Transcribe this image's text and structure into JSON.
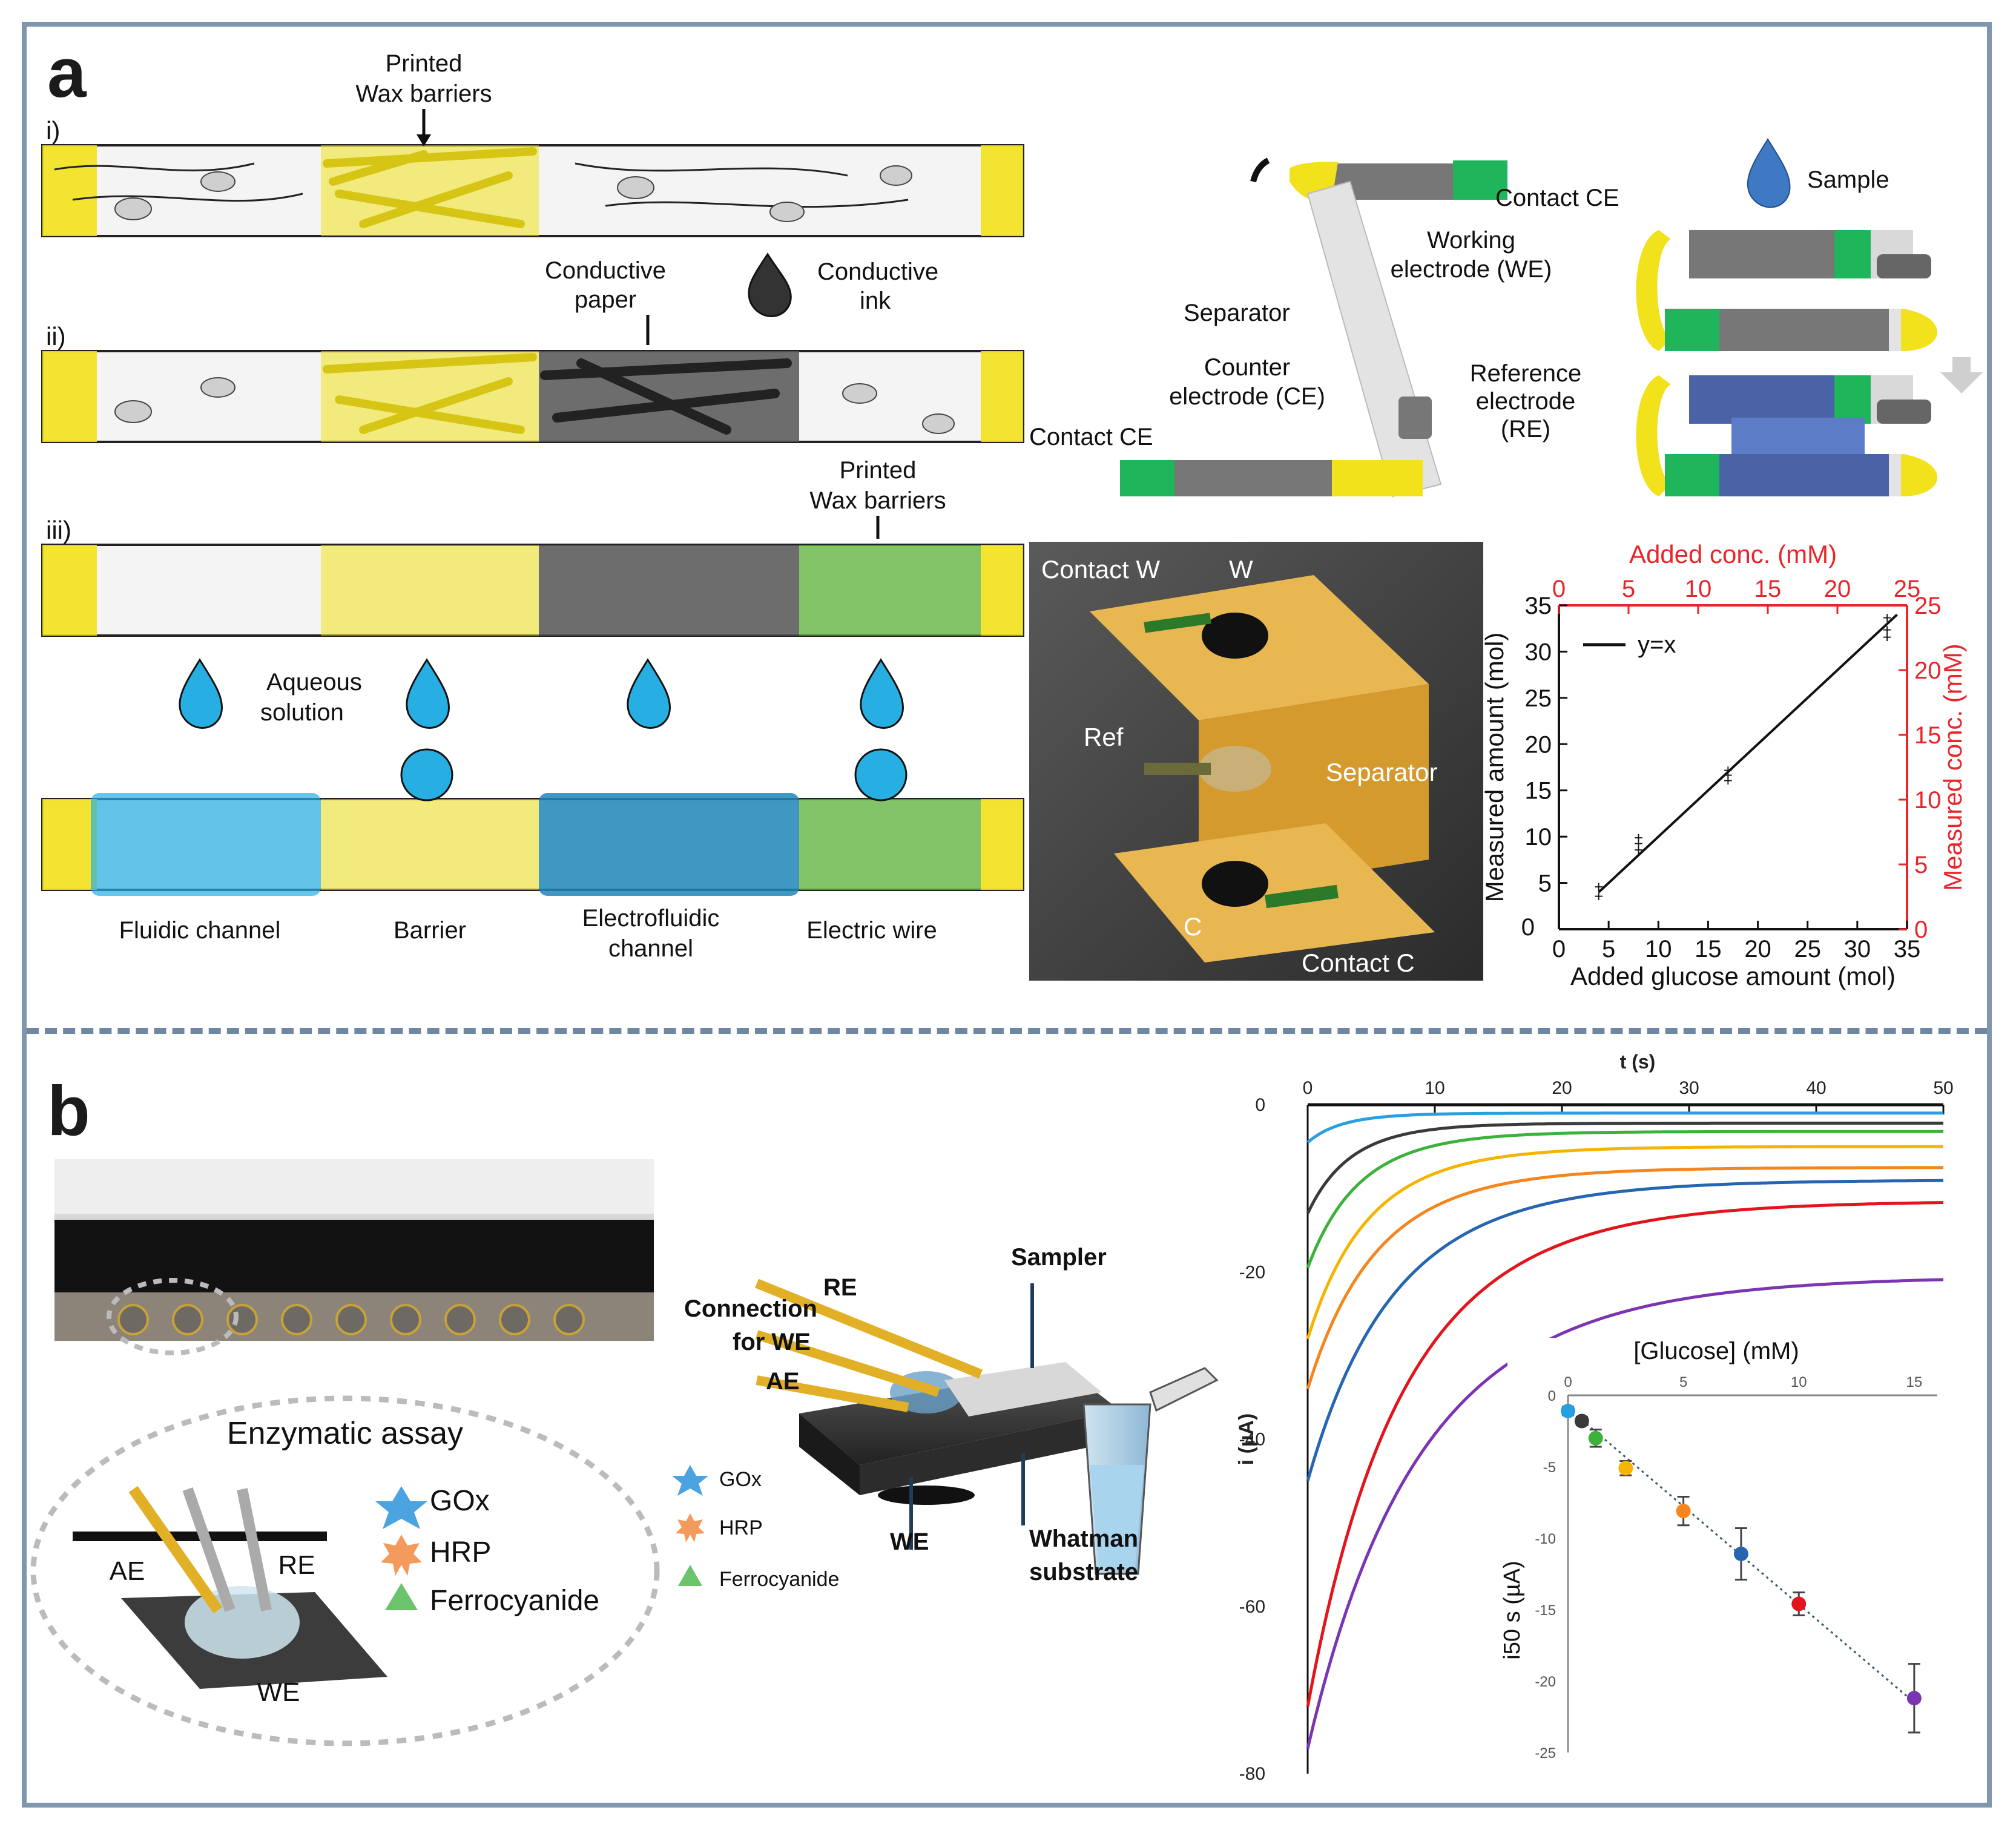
{
  "panel_a": {
    "label": "a",
    "rows": [
      "i)",
      "ii)",
      "iii)"
    ],
    "callouts": {
      "wax1_l1": "Printed",
      "wax1_l2": "Wax barriers",
      "cond_paper_l1": "Conductive",
      "cond_paper_l2": "paper",
      "cond_ink_l1": "Conductive",
      "cond_ink_l2": "ink",
      "wax2_l1": "Printed",
      "wax2_l2": "Wax barriers",
      "aq_l1": "Aqueous",
      "aq_l2": "solution"
    },
    "bottom_labels": {
      "fluidic": "Fluidic channel",
      "barrier": "Barrier",
      "electro_l1": "Electrofluidic",
      "electro_l2": "channel",
      "wire": "Electric wire"
    },
    "device": {
      "contact_ce_top": "Contact CE",
      "we_l1": "Working",
      "we_l2": "electrode (WE)",
      "separator": "Separator",
      "ce_l1": "Counter",
      "ce_l2": "electrode (CE)",
      "re_l1": "Reference",
      "re_l2": "electrode",
      "re_l3": "(RE)",
      "contact_ce_bottom": "Contact CE",
      "sample": "Sample"
    },
    "photo": {
      "contact_w": "Contact W",
      "w": "W",
      "ref": "Ref",
      "separator": "Separator",
      "c": "C",
      "contact_c": "Contact C"
    },
    "colors": {
      "wax": "#f2e21c",
      "conductive": "#3b3b3b",
      "wire": "#5fb43a",
      "water": "#27aee2",
      "photo_bg": "#3b3b3b",
      "paper": "#e8b752"
    }
  },
  "chart_data": [
    {
      "type": "scatter",
      "xlabel": "Added glucose amount (mol)",
      "ylabel": "Measured amount (mol)",
      "top_xlabel": "Added conc. (mM)",
      "right_ylabel": "Measured conc. (mM)",
      "xlim": [
        0,
        35
      ],
      "ylim": [
        0,
        35
      ],
      "top_xlim": [
        0,
        25
      ],
      "right_ylim": [
        0,
        25
      ],
      "x_ticks": [
        0,
        5,
        10,
        15,
        20,
        25,
        30,
        35
      ],
      "y_ticks": [
        5,
        10,
        15,
        20,
        25,
        30,
        35
      ],
      "top_ticks": [
        0,
        5,
        10,
        15,
        20,
        25
      ],
      "right_ticks": [
        0,
        5,
        10,
        15,
        20,
        25
      ],
      "legend": "y=x",
      "legend_position": "top-left",
      "series": [
        {
          "name": "y=x",
          "x": [
            4,
            34
          ],
          "y": [
            4,
            34
          ],
          "kind": "line"
        },
        {
          "x": [
            4,
            4,
            8,
            8,
            8,
            17,
            17,
            17,
            33,
            33,
            33
          ],
          "y": [
            3.5,
            4.5,
            8.5,
            9.2,
            9.8,
            16,
            16.6,
            17.1,
            31.5,
            32.3,
            33.6
          ],
          "kind": "scatter"
        }
      ],
      "colors": {
        "main": "#111111",
        "secondary_axis": "#e8252a"
      }
    },
    {
      "type": "line",
      "xlabel": "t (s)",
      "ylabel": "i (µA)",
      "xlim": [
        0,
        50
      ],
      "ylim": [
        -80,
        0
      ],
      "x_ticks": [
        0,
        10,
        20,
        30,
        40,
        50
      ],
      "y_ticks": [
        0,
        -20,
        -40,
        -60,
        -80
      ],
      "series": [
        {
          "color": "#2a9fe0",
          "i0": -4.5,
          "iend": -1.0,
          "tau": 4
        },
        {
          "color": "#3a3a3a",
          "i0": -13,
          "iend": -2.2,
          "tau": 5
        },
        {
          "color": "#3cb23c",
          "i0": -19.5,
          "iend": -3.2,
          "tau": 6
        },
        {
          "color": "#f4b400",
          "i0": -28,
          "iend": -5.0,
          "tau": 7
        },
        {
          "color": "#f5861f",
          "i0": -34,
          "iend": -7.5,
          "tau": 8
        },
        {
          "color": "#2665b0",
          "i0": -45,
          "iend": -9.0,
          "tau": 10
        },
        {
          "color": "#e3141b",
          "i0": -72,
          "iend": -11.5,
          "tau": 11
        },
        {
          "color": "#7b35b2",
          "i0": -77,
          "iend": -20.5,
          "tau": 13
        }
      ]
    },
    {
      "type": "scatter",
      "xlabel": "[Glucose] (mM)",
      "ylabel": "i50 s (µA)",
      "xlim": [
        0,
        16
      ],
      "ylim": [
        -25,
        0
      ],
      "x_ticks": [
        0,
        5,
        10,
        15
      ],
      "y_ticks": [
        0,
        -5,
        -10,
        -15,
        -20,
        -25
      ],
      "points": [
        {
          "x": 0,
          "y": -1.1,
          "err": 0.3,
          "color": "#2a9fe0"
        },
        {
          "x": 0.6,
          "y": -1.8,
          "err": 0.3,
          "color": "#3a3a3a"
        },
        {
          "x": 1.2,
          "y": -3.0,
          "err": 0.6,
          "color": "#3cb23c"
        },
        {
          "x": 2.5,
          "y": -5.1,
          "err": 0.5,
          "color": "#f4b400"
        },
        {
          "x": 5,
          "y": -8.1,
          "err": 1.0,
          "color": "#f5861f"
        },
        {
          "x": 7.5,
          "y": -11.1,
          "err": 1.8,
          "color": "#2665b0"
        },
        {
          "x": 10,
          "y": -14.6,
          "err": 0.8,
          "color": "#e3141b"
        },
        {
          "x": 15,
          "y": -21.2,
          "err": 2.4,
          "color": "#7b35b2"
        }
      ],
      "trendline": {
        "x": [
          0,
          15
        ],
        "y": [
          -0.9,
          -21.5
        ]
      }
    }
  ],
  "panel_b": {
    "label": "b",
    "enzymatic": {
      "title": "Enzymatic assay",
      "gox": "GOx",
      "hrp": "HRP",
      "ferro": "Ferrocyanide",
      "ae": "AE",
      "re": "RE",
      "we": "WE"
    },
    "device": {
      "sampler": "Sampler",
      "re": "RE",
      "conn_l1": "Connection",
      "conn_l2": "for WE",
      "ae": "AE",
      "we": "WE",
      "whatman_l1": "Whatman",
      "whatman_l2": "substrate"
    },
    "legend": {
      "gox": "GOx",
      "hrp": "HRP",
      "ferro": "Ferrocyanide"
    },
    "colors": {
      "gox": "#4ba3df",
      "hrp": "#f39a5c",
      "ferro": "#6cc36c"
    }
  }
}
